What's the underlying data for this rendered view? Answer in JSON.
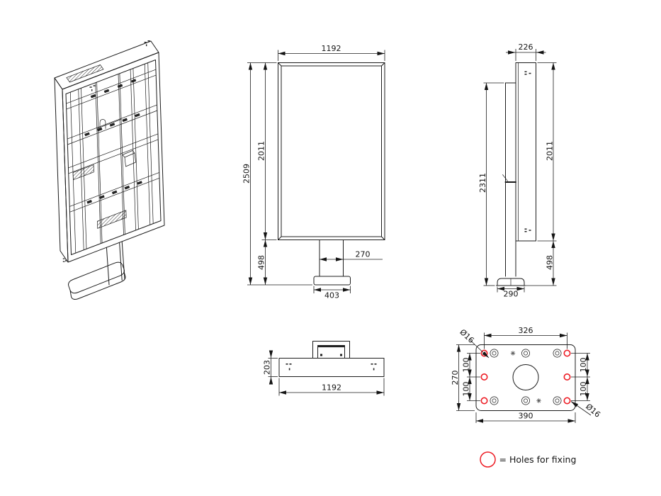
{
  "colors": {
    "accent_red": "#ed1c24",
    "line_color": "#1c1c1c"
  },
  "drawing": {
    "views": {
      "front": {
        "width": "1192",
        "total_height": "2509",
        "screen_height": "2011",
        "stand_height": "498",
        "column_width": "270",
        "base_width": "403"
      },
      "side": {
        "depth": "226",
        "pole_height": "2311",
        "screen_height": "2011",
        "stand_height": "498",
        "base_depth": "290"
      },
      "top": {
        "depth": "203",
        "width": "1192"
      },
      "base_plate": {
        "hole_span": "326",
        "depth": "270",
        "width": "390",
        "hole_pitch": "100",
        "hole_diameter": "Ø16"
      }
    },
    "legend": {
      "label": "= Holes for fixing"
    }
  }
}
